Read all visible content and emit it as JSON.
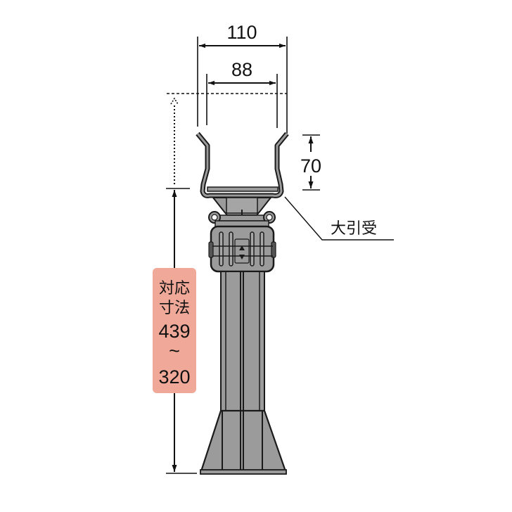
{
  "diagram": {
    "type": "technical-drawing",
    "subject": "adjustable floor post support (鋼製束)",
    "colors": {
      "part_fill": "#9b9b9b",
      "part_stroke": "#1a1a1a",
      "badge_fill": "#f0a898",
      "line": "#111111",
      "background": "#ffffff"
    },
    "dimensions": {
      "outer_width": "110",
      "inner_width": "88",
      "cradle_height": "70"
    },
    "labels": {
      "part_name": "大引受",
      "range_line1": "対応",
      "range_line2": "寸法",
      "range_max": "439",
      "range_sep": "~",
      "range_min": "320"
    }
  }
}
